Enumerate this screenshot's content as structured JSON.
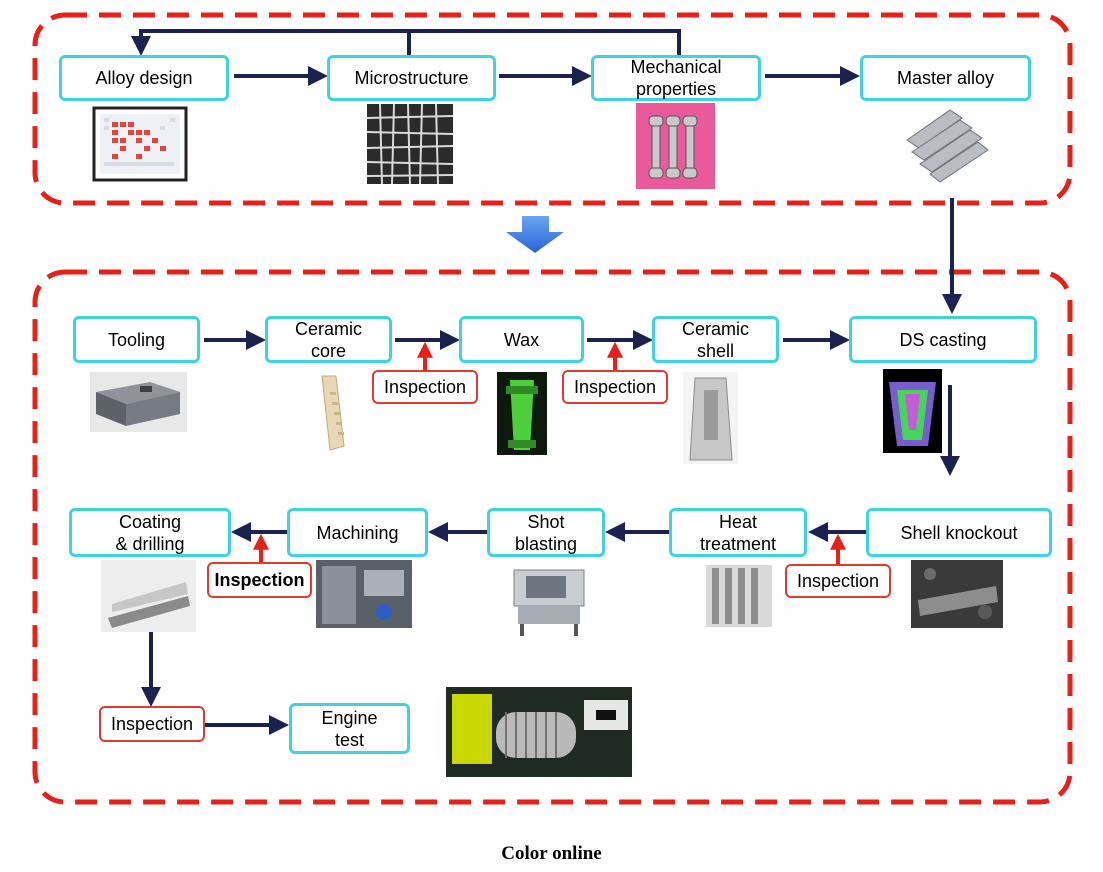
{
  "colors": {
    "stage_border": "#e8201a",
    "box_border": "#3fd3e0",
    "inspection_border": "#e23a2e",
    "arrow": "#1b2250",
    "inspection_arrow": "#e8201a",
    "transition_arrow": "#3d7be0"
  },
  "boxes": {
    "alloy_design": "Alloy design",
    "microstructure": "Microstructure",
    "mechanical_properties": "Mechanical\nproperties",
    "master_alloy": "Master alloy",
    "tooling": "Tooling",
    "ceramic_core": "Ceramic\ncore",
    "wax": "Wax",
    "ceramic_shell": "Ceramic\nshell",
    "ds_casting": "DS casting",
    "shell_knockout": "Shell knockout",
    "heat_treatment": "Heat\ntreatment",
    "shot_blasting": "Shot\nblasting",
    "machining": "Machining",
    "coating_drilling": "Coating\n& drilling",
    "engine_test": "Engine\ntest"
  },
  "inspection_label": "Inspection",
  "caption": "Color online",
  "images": {
    "alloy_design": "periodic-table-image",
    "microstructure": "microstructure-micrograph-image",
    "mechanical_properties": "tensile-specimens-image",
    "master_alloy": "alloy-bars-image",
    "tooling": "tooling-die-image",
    "ceramic_core": "ceramic-core-image",
    "wax": "wax-pattern-image",
    "ceramic_shell": "ceramic-shell-image",
    "ds_casting": "ds-casting-simulation-image",
    "shell_knockout": "shell-knockout-image",
    "heat_treatment": "heat-treated-blades-image",
    "shot_blasting": "shot-blasting-machine-image",
    "machining": "machining-image",
    "coating_drilling": "coated-blade-image",
    "engine_test": "engine-test-rig-image"
  }
}
